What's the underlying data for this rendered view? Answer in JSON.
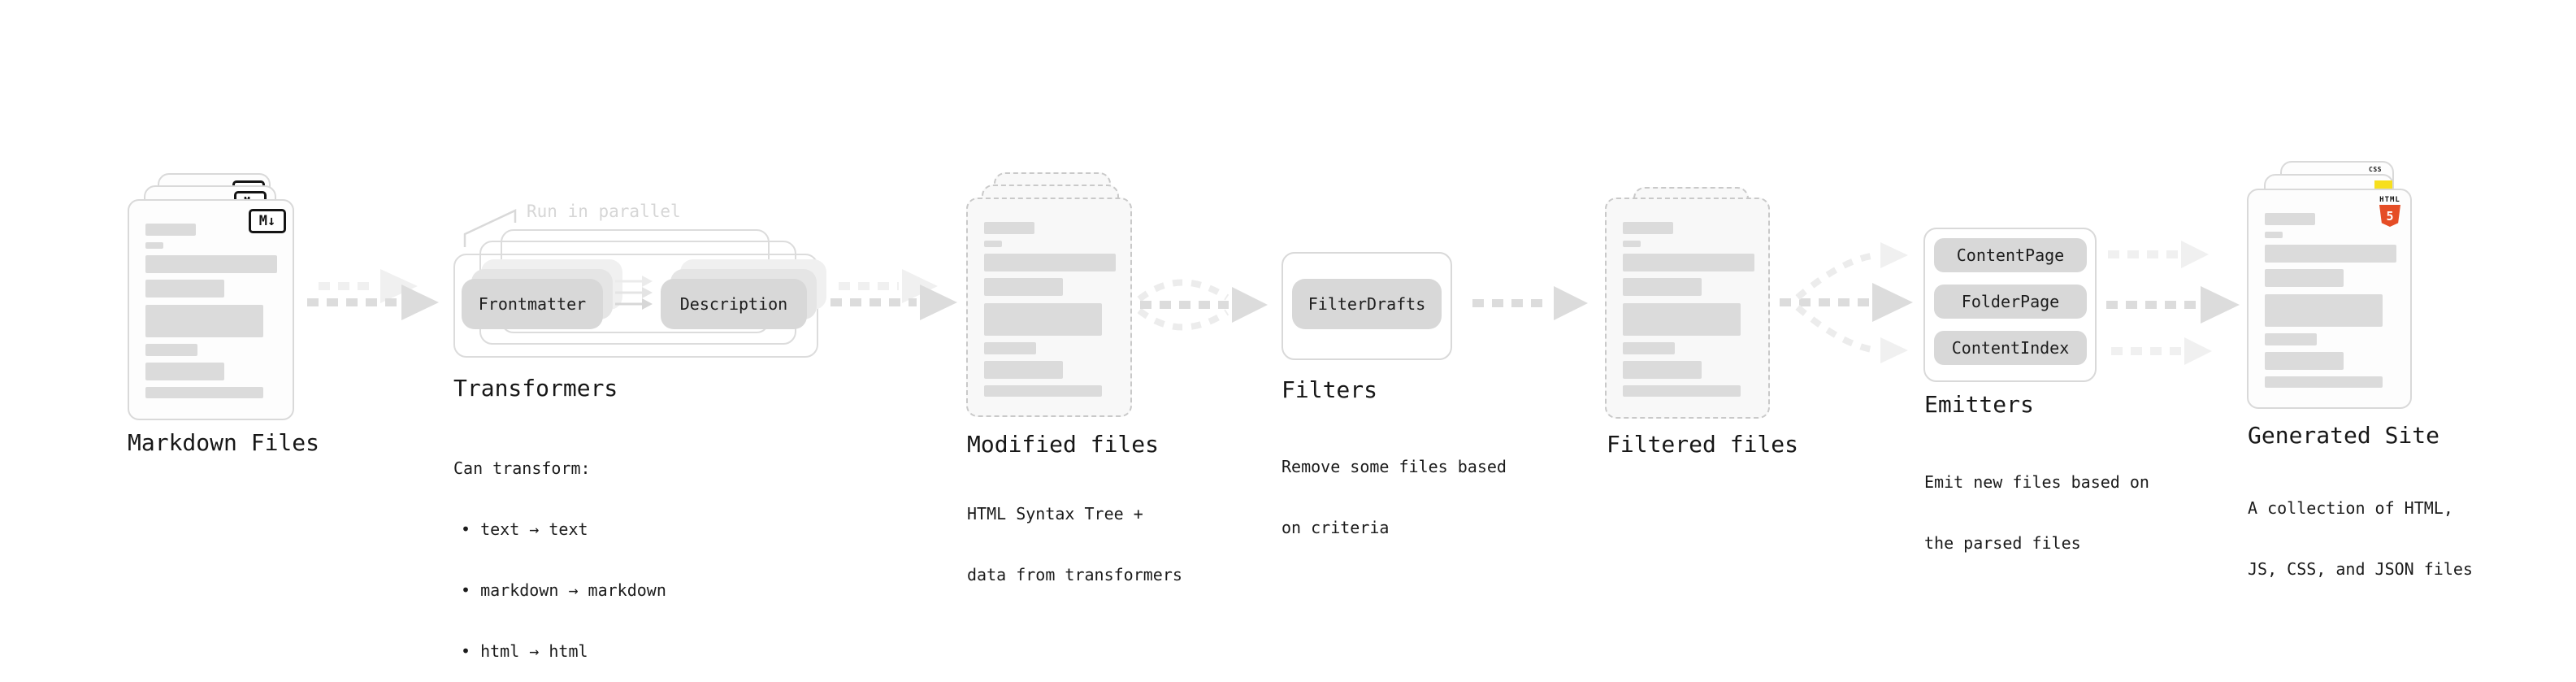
{
  "stages": {
    "markdown_files": {
      "label": "Markdown Files",
      "badge": "M↓"
    },
    "transformers": {
      "label": "Transformers",
      "annotation": "Run in parallel",
      "transformer_left": "Frontmatter",
      "transformer_right": "Description",
      "desc_title": "Can transform:",
      "bullet_1": "• text → text",
      "bullet_2": "• markdown → markdown",
      "bullet_3": "• html → html"
    },
    "modified_files": {
      "label": "Modified files",
      "desc_1": "HTML Syntax Tree +",
      "desc_2": "data from transformers"
    },
    "filters": {
      "label": "Filters",
      "filter_button": "FilterDrafts",
      "desc_1": "Remove some files based",
      "desc_2": "on criteria"
    },
    "filtered_files": {
      "label": "Filtered files"
    },
    "emitters": {
      "label": "Emitters",
      "emitter_1": "ContentPage",
      "emitter_2": "FolderPage",
      "emitter_3": "ContentIndex",
      "desc_1": "Emit new files based on",
      "desc_2": "the parsed files"
    },
    "generated_site": {
      "label": "Generated Site",
      "desc_1": "A collection of HTML,",
      "desc_2": "JS, CSS, and JSON files",
      "html5_label": "HTML",
      "html5_number": "5",
      "css_label": "CSS"
    }
  },
  "icons": {
    "markdown_badge": "markdown-icon",
    "html5": "html5-icon",
    "js": "js-icon",
    "css": "css-icon"
  },
  "colors": {
    "html5_orange": "#e54d26",
    "js_yellow": "#f7df1e",
    "css_blue": "#2b67f6",
    "bar_gray": "#dbdbdb",
    "button_gray": "#d8d8d8",
    "arrow_dark": "#dcdcdc",
    "arrow_light": "#f0f0f0",
    "annotation_gray": "#d6d6d6"
  }
}
